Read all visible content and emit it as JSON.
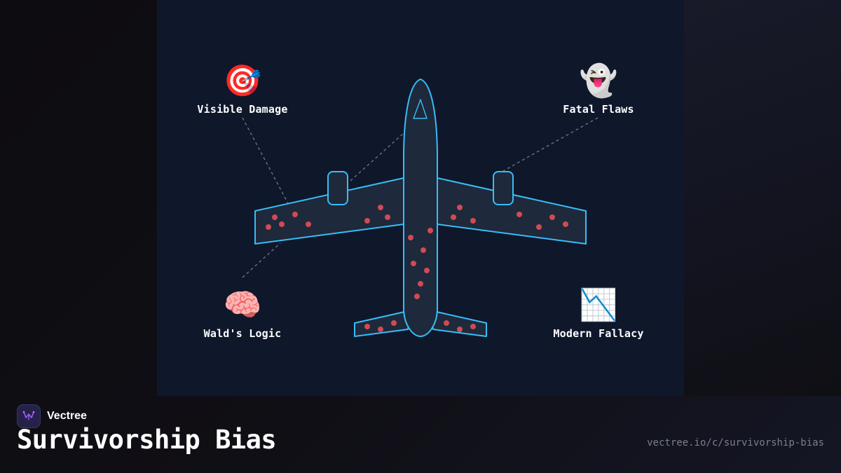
{
  "diagram": {
    "labels": {
      "top_left": {
        "emoji": "🎯",
        "text": "Visible Damage"
      },
      "top_right": {
        "emoji": "👻",
        "text": "Fatal Flaws"
      },
      "bottom_left": {
        "emoji": "🧠",
        "text": "Wald's Logic"
      },
      "bottom_right": {
        "emoji": "📉",
        "text": "Modern Fallacy"
      }
    },
    "colors": {
      "aircraft_outline": "#38bdf8",
      "aircraft_fill": "#1e293b",
      "bullet_hole": "#d14a55",
      "connector": "#64748b"
    }
  },
  "footer": {
    "brand": "Vectree",
    "title": "Survivorship Bias",
    "url": "vectree.io/c/survivorship-bias"
  }
}
